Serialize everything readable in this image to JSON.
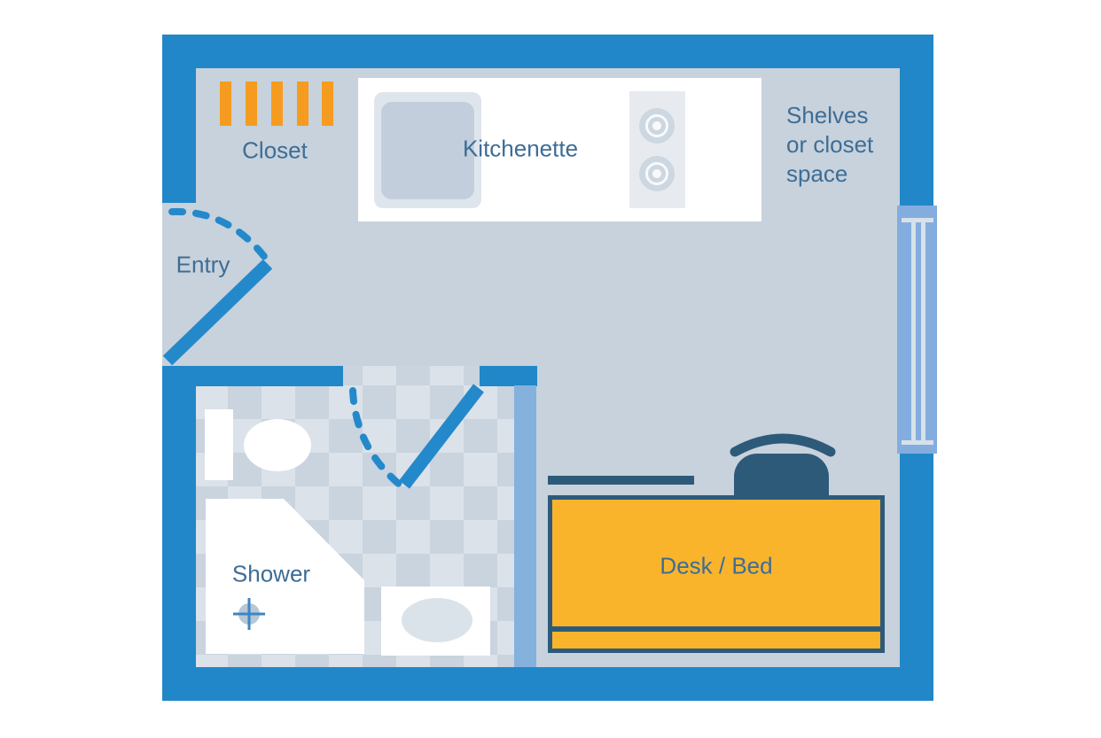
{
  "floor_plan": {
    "labels": {
      "closet": "Closet",
      "kitchenette": "Kitchenette",
      "shelves": "Shelves\nor closet\nspace",
      "entry": "Entry",
      "shower": "Shower",
      "desk_bed": "Desk / Bed"
    },
    "palette": {
      "wall_blue": "#2187c8",
      "door_blue": "#2489cb",
      "floor_gray": "#c7d2dc",
      "tile_base": "#c9d4de",
      "tile_light": "#dbe2e9",
      "navy_furniture": "#2e5a7a",
      "closet_orange": "#f59c20",
      "desk_orange": "#f9b42c",
      "label_text": "#3e6d96",
      "window_blue": "#83addf",
      "bath_partition_blue": "#85b1dd",
      "white": "#ffffff"
    }
  }
}
